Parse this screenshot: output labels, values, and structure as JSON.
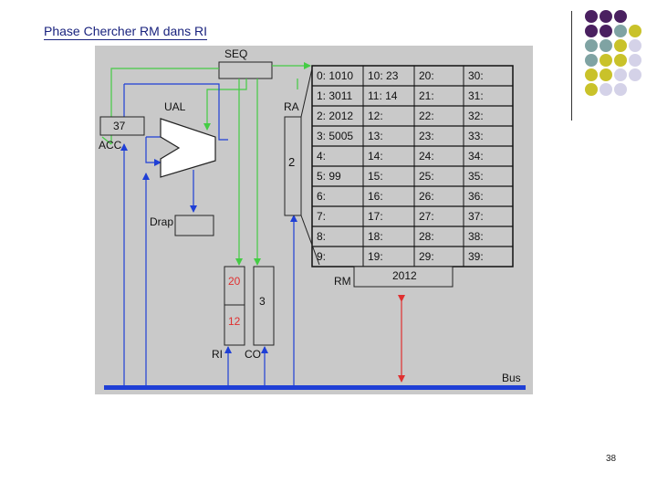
{
  "title": "Phase Chercher RM dans RI",
  "page_number": "38",
  "diagram": {
    "seq_label": "SEQ",
    "ual_label": "UAL",
    "ra_label": "RA",
    "ra_value": "2",
    "acc_label": "ACC",
    "acc_value": "37",
    "drap_label": "Drap",
    "ri_label": "RI",
    "ri_top": "20",
    "ri_bottom": "12",
    "co_label": "CO",
    "co_value": "3",
    "rm_label": "RM",
    "rm_value": "2012",
    "bus_label": "Bus",
    "memory": [
      [
        "0: 1010",
        "10: 23",
        "20:",
        "30:"
      ],
      [
        "1: 3011",
        "11: 14",
        "21:",
        "31:"
      ],
      [
        "2: 2012",
        "12:",
        "22:",
        "32:"
      ],
      [
        "3: 5005",
        "13:",
        "23:",
        "33:"
      ],
      [
        "4:",
        "14:",
        "24:",
        "34:"
      ],
      [
        "5: 99",
        "15:",
        "25:",
        "35:"
      ],
      [
        "6:",
        "16:",
        "26:",
        "36:"
      ],
      [
        "7:",
        "17:",
        "27:",
        "37:"
      ],
      [
        "8:",
        "18:",
        "28:",
        "38:"
      ],
      [
        "9:",
        "19:",
        "29:",
        "39:"
      ]
    ]
  },
  "colors": {
    "panel_bg": "#c9c9c9",
    "bus_blue": "#1f3fd6",
    "wire_green": "#44cc44",
    "wire_red": "#e03030",
    "red_text": "#e03030",
    "deco_purple": "#4a2060",
    "deco_teal": "#7fa3a3",
    "deco_olive": "#c9c22a",
    "deco_lavender": "#d4d2e8"
  }
}
